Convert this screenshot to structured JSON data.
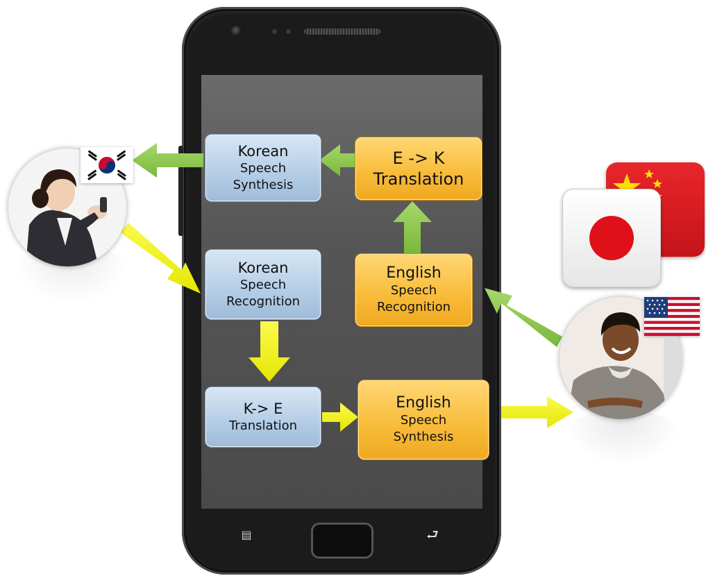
{
  "boxes": {
    "korean_synthesis": {
      "line1": "Korean",
      "line2": "Speech",
      "line3": "Synthesis"
    },
    "ek_translation": {
      "line1": "E -> K",
      "line2": "Translation"
    },
    "korean_recognition": {
      "line1": "Korean",
      "line2": "Speech",
      "line3": "Recognition"
    },
    "english_recognition": {
      "line1": "English",
      "line2": "Speech",
      "line3": "Recognition"
    },
    "ke_translation": {
      "line1": "K-> E",
      "line2": "Translation"
    },
    "english_synthesis": {
      "line1": "English",
      "line2": "Speech",
      "line3": "Synthesis"
    }
  },
  "colors": {
    "arrow_green": "#8cc74a",
    "arrow_yellow": "#f2f20a",
    "box_blue": "#b6cfe8",
    "box_orange": "#f8bd3c"
  },
  "icons": [
    "korea-flag-icon",
    "usa-flag-icon",
    "japan-flag-icon",
    "china-flag-icon",
    "menu-icon",
    "back-icon"
  ]
}
